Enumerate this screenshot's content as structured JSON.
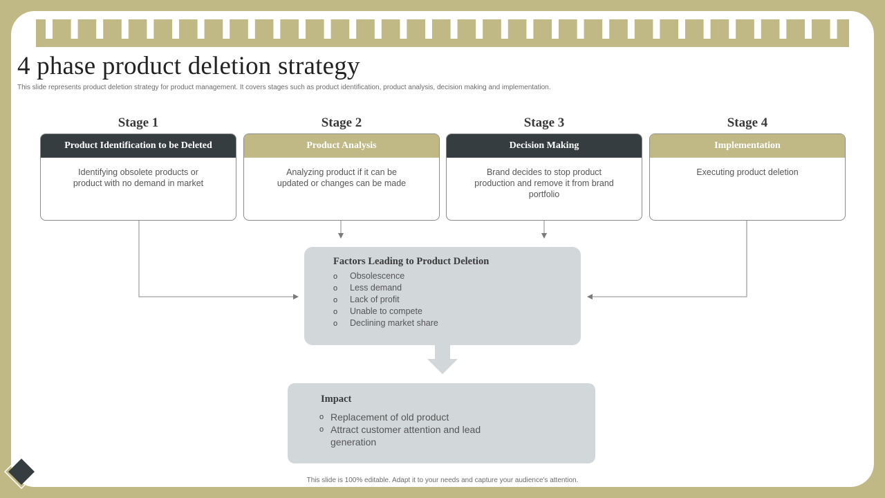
{
  "title": "4 phase product deletion strategy",
  "subtitle": "This slide represents product deletion strategy for product management. It covers stages such as product identification, product analysis, decision making and implementation.",
  "colors": {
    "gold": "#c0b885",
    "dark": "#353d40",
    "box": "#d2d7da"
  },
  "stages": [
    {
      "label": "Stage 1",
      "heading": "Product Identification to be Deleted",
      "text": "Identifying obsolete products or product with no demand in market"
    },
    {
      "label": "Stage 2",
      "heading": "Product Analysis",
      "text": "Analyzing product if it can be updated or changes can be made"
    },
    {
      "label": "Stage 3",
      "heading": "Decision Making",
      "text": "Brand decides to stop product production and remove it from brand portfolio"
    },
    {
      "label": "Stage 4",
      "heading": "Implementation",
      "text": "Executing product deletion"
    }
  ],
  "factors": {
    "title": "Factors Leading to Product Deletion",
    "items": [
      "Obsolescence",
      "Less demand",
      "Lack of profit",
      "Unable to compete",
      "Declining market share"
    ]
  },
  "impact": {
    "title": "Impact",
    "items": [
      "Replacement of old product",
      "Attract customer attention and lead generation"
    ]
  },
  "bullet_symbol": "o",
  "footer": "This slide is 100% editable. Adapt it to your needs and capture your audience's attention."
}
